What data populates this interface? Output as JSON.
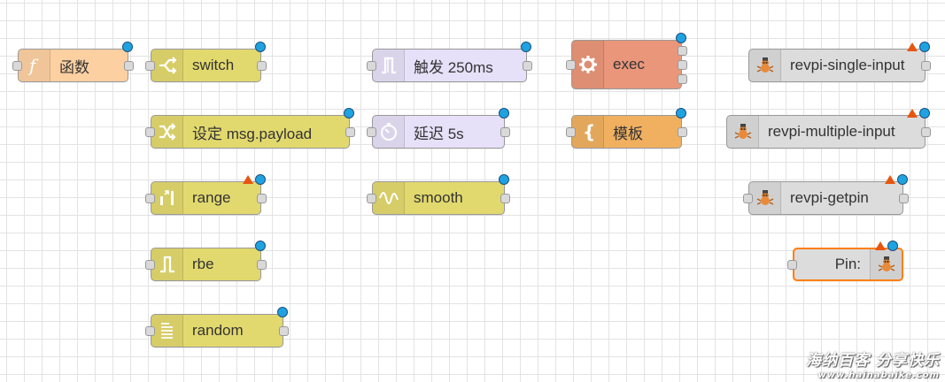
{
  "colors": {
    "function": "#fdd0a2",
    "switch_family": "#e2d96e",
    "inject_family": "#e6e0f8",
    "exec": "#e9967a",
    "template": "#f0b060",
    "revpi": "#dcdcdc",
    "status_blue": "#1fa3e0",
    "warning": "#e8550f",
    "selected_border": "#ff7f0e"
  },
  "nodes": {
    "function": {
      "label": "函数",
      "icon": "function-icon"
    },
    "switch": {
      "label": "switch",
      "icon": "switch-icon"
    },
    "change": {
      "label": "设定 msg.payload",
      "icon": "shuffle-icon"
    },
    "range": {
      "label": "range",
      "icon": "range-icon"
    },
    "rbe": {
      "label": "rbe",
      "icon": "rbe-icon"
    },
    "random": {
      "label": "random",
      "icon": "random-icon"
    },
    "trigger": {
      "label": "触发 250ms",
      "icon": "trigger-icon"
    },
    "delay": {
      "label": "延迟 5s",
      "icon": "timer-icon"
    },
    "smooth": {
      "label": "smooth",
      "icon": "wave-icon"
    },
    "exec": {
      "label": "exec",
      "icon": "gear-icon"
    },
    "template": {
      "label": "模板",
      "icon": "brace-icon"
    },
    "revpi_single_input": {
      "label": "revpi-single-input",
      "icon": "revpi-icon"
    },
    "revpi_multiple_input": {
      "label": "revpi-multiple-input",
      "icon": "revpi-icon"
    },
    "revpi_getpin": {
      "label": "revpi-getpin",
      "icon": "revpi-icon"
    },
    "pin": {
      "label": "Pin:",
      "icon": "revpi-icon"
    }
  },
  "watermark": {
    "text": "海纳百客 分享快乐",
    "url": "www.hainabaike.com"
  }
}
